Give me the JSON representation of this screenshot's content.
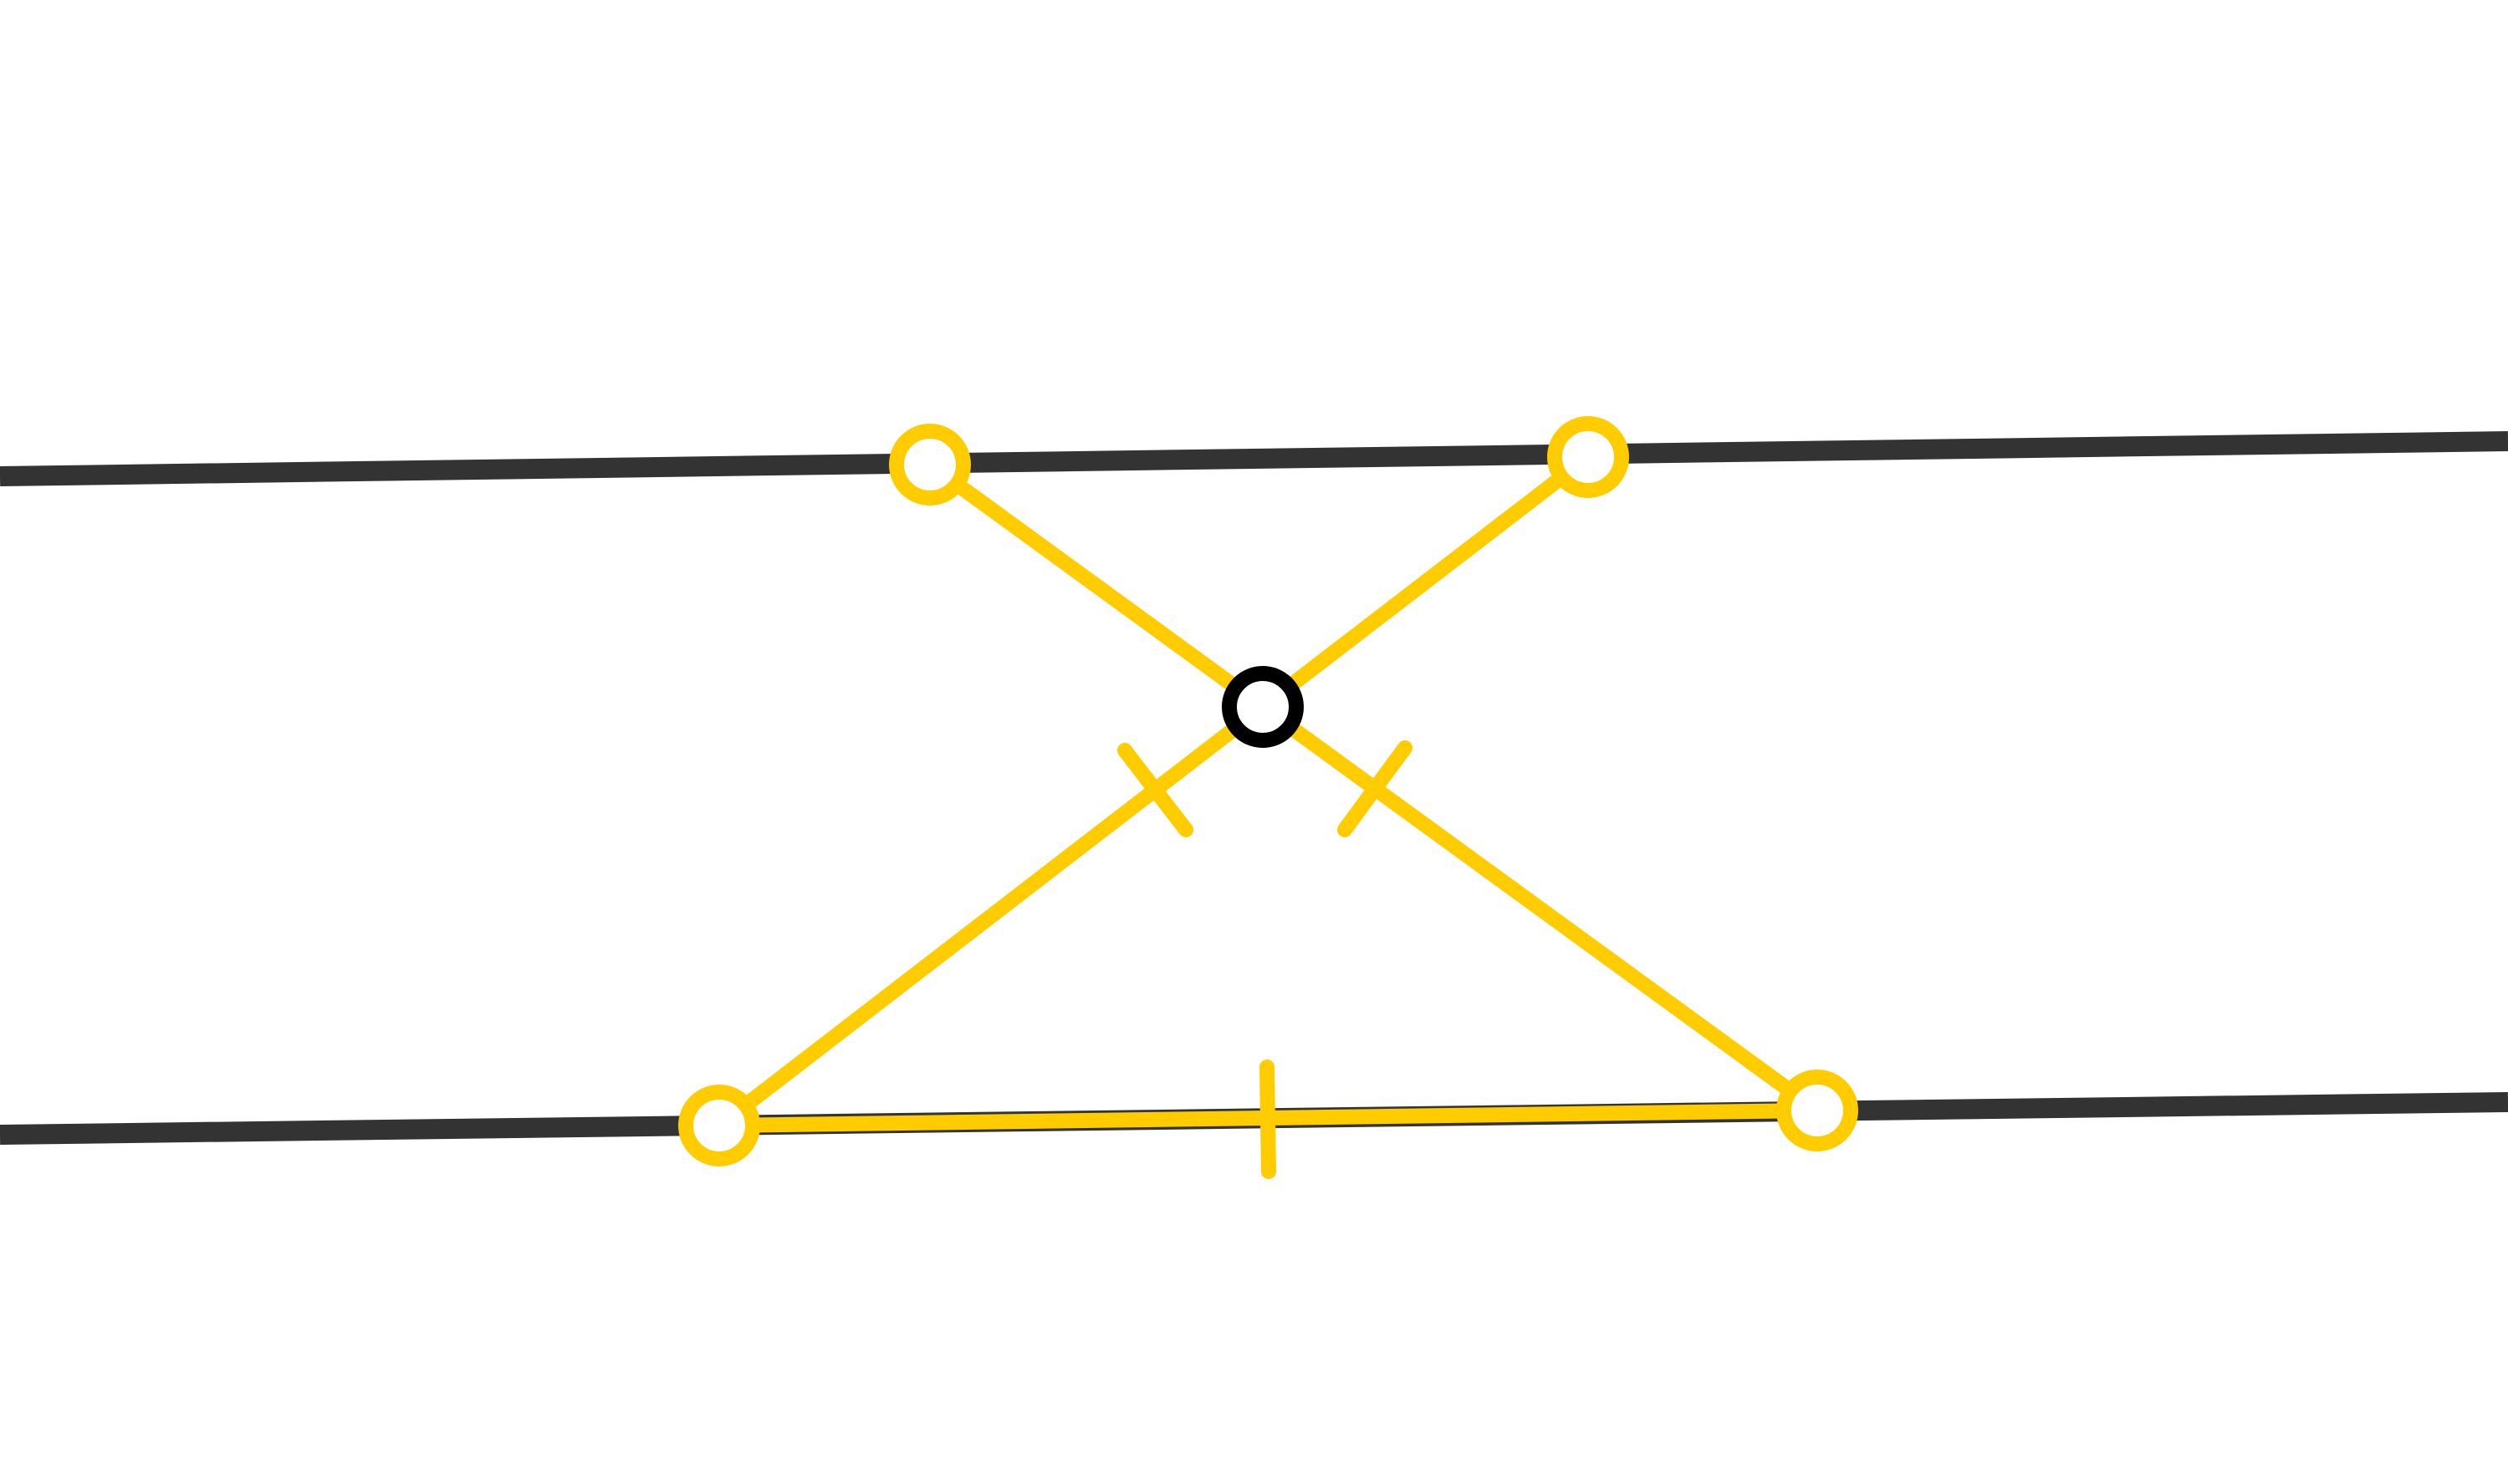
{
  "diagram": {
    "description_visible_text": "",
    "colors": {
      "background": "#ffffff",
      "parallel_line": "#333333",
      "construction": "#FFCC00",
      "center_point": "#000000",
      "point_fill": "#ffffff"
    },
    "elements": {
      "parallel_lines": [
        "upper-line",
        "lower-line"
      ],
      "points": [
        "point-upper-left",
        "point-upper-right",
        "point-lower-left",
        "point-lower-right",
        "point-center"
      ],
      "segments": [
        "segment-ul-center",
        "segment-center-ur",
        "segment-center-ll",
        "segment-center-lr",
        "segment-ll-lr"
      ],
      "congruence_marks": [
        "tick-center-ll",
        "tick-center-lr",
        "tick-ll-lr"
      ]
    }
  }
}
